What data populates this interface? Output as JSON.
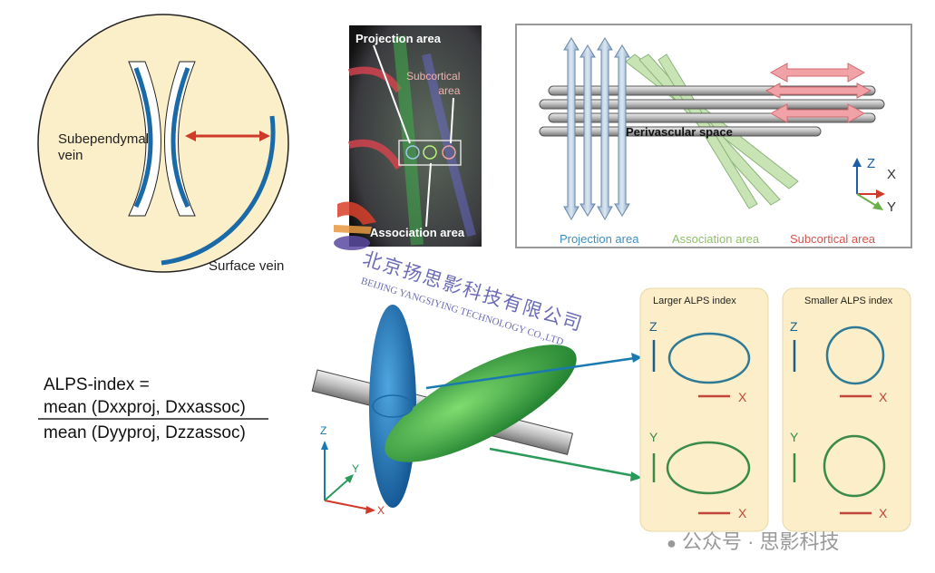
{
  "panel_a": {
    "subependymal_label": "Subependymal\nvein",
    "surface_label": "Surface vein"
  },
  "panel_b": {
    "projection": "Projection area",
    "subcortical": "Subcortical\narea",
    "association": "Association area"
  },
  "panel_c": {
    "perivascular": "Perivascular space",
    "axis_z": "Z",
    "axis_x": "X",
    "axis_y": "Y",
    "legend": [
      {
        "label": "Projection area",
        "color": "#3f8fc0"
      },
      {
        "label": "Association area",
        "color": "#8fbf6a"
      },
      {
        "label": "Subcortical area",
        "color": "#d9534f"
      }
    ]
  },
  "formula": {
    "lhs": "ALPS-index =",
    "numerator": "mean (Dxxproj, Dxxassoc)",
    "denominator": "mean (Dyyproj, Dzzassoc)"
  },
  "axes3d": {
    "z": "Z",
    "y": "Y",
    "x": "X"
  },
  "cards": [
    {
      "title": "Larger ALPS index",
      "z": "Z",
      "x1": "X",
      "y": "Y",
      "x2": "X"
    },
    {
      "title": "Smaller ALPS index",
      "z": "Z",
      "x1": "X",
      "y": "Y",
      "x2": "X"
    }
  ],
  "watermark": {
    "cn": "北京扬思影科技有限公司",
    "en": "BEIJING YANGSIYING TECHNOLOGY CO.,LTD",
    "footer": "公众号 · 思影科技"
  }
}
